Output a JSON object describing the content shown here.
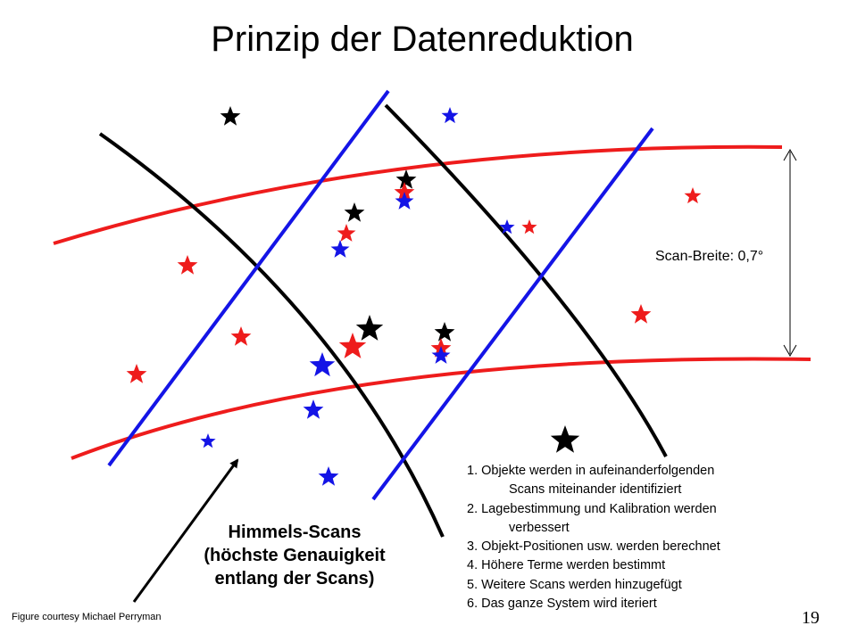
{
  "title": "Prinzip der Datenreduktion",
  "scan_width_label": "Scan-Breite: 0,7°",
  "scans_caption": [
    "Himmels-Scans",
    "(höchste Genauigkeit",
    "entlang der Scans)"
  ],
  "steps": [
    {
      "line1": "1. Objekte werden in aufeinanderfolgenden",
      "line2": "Scans miteinander identifiziert"
    },
    {
      "line1": "2. Lagebestimmung und Kalibration werden",
      "line2": "verbessert"
    },
    {
      "line1": "3. Objekt-Positionen usw. werden berechnet",
      "line2": ""
    },
    {
      "line1": "4. Höhere Terme werden bestimmt",
      "line2": ""
    },
    {
      "line1": "5. Weitere Scans werden hinzugefügt",
      "line2": ""
    },
    {
      "line1": "6. Das ganze System wird iteriert",
      "line2": ""
    }
  ],
  "credit": "Figure courtesy Michael Perryman",
  "page_number": "19",
  "colors": {
    "red": "#ee1c1c",
    "blue": "#1414e6",
    "black": "#000000"
  }
}
